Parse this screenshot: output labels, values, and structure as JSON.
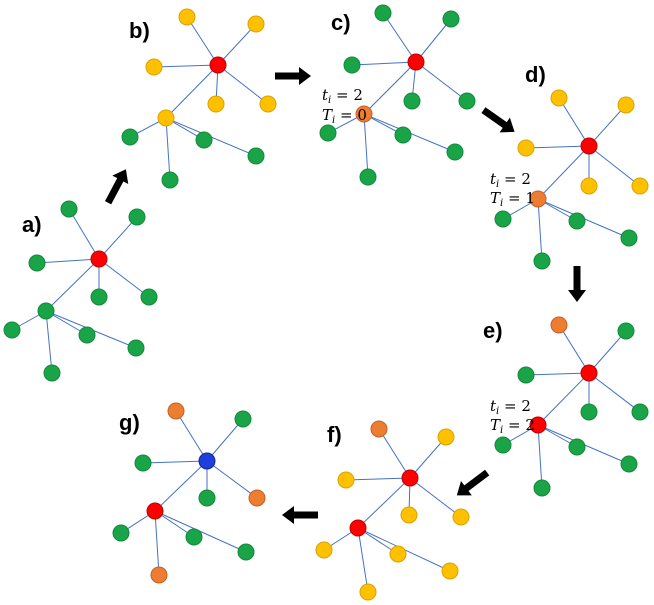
{
  "colors": {
    "edge": "#4472c4",
    "green": "#1aa448",
    "yellow": "#ffc000",
    "red": "#ff0000",
    "orange": "#ed7d31",
    "blue": "#1f3fdc",
    "arrow": "#000000"
  },
  "panels": [
    {
      "label": "a)"
    },
    {
      "label": "b)"
    },
    {
      "label": "c)",
      "annotation": {
        "t": "2",
        "T": "0"
      }
    },
    {
      "label": "d)",
      "annotation": {
        "t": "2",
        "T": "1"
      }
    },
    {
      "label": "e)",
      "annotation": {
        "t": "2",
        "T": "2"
      }
    },
    {
      "label": "f)"
    },
    {
      "label": "g)"
    }
  ],
  "annotation_symbols": {
    "t": "t",
    "T": "T",
    "sub": "i",
    "eq": " = "
  }
}
